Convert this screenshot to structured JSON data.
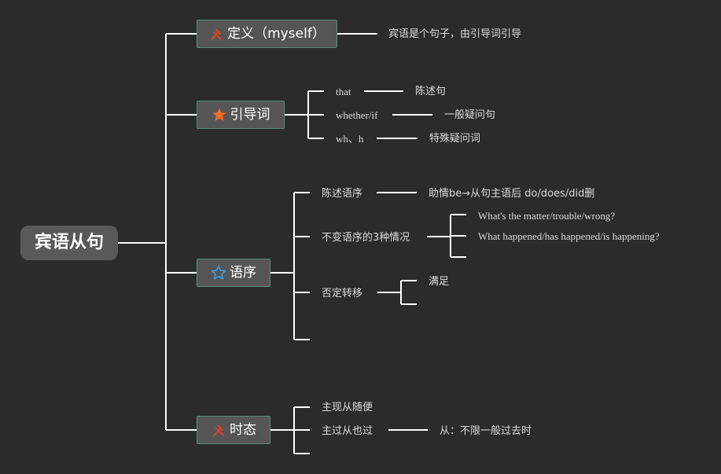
{
  "root": {
    "label": "宾语从句"
  },
  "branches": {
    "definition": {
      "label": "定义（myself）",
      "icon": "hammer-icon",
      "detail": "宾语是个句子，由引导词引导"
    },
    "connectives": {
      "label": "引导词",
      "icon": "star-filled-icon",
      "items": [
        {
          "key": "that",
          "value": "陈述句"
        },
        {
          "key": "whether/if",
          "value": "一般疑问句"
        },
        {
          "key": "wh、h",
          "value": "特殊疑问词"
        }
      ]
    },
    "word_order": {
      "label": "语序",
      "icon": "star-outline-icon",
      "items": [
        {
          "key": "陈述语序",
          "value": "助情be→从句主语后 do/does/did删"
        },
        {
          "key": "不变语序的3种情况",
          "values": [
            "What's the matter/trouble/wrong?",
            "What happened/has happened/is happening?"
          ]
        },
        {
          "key": "否定转移",
          "value": "满足"
        }
      ]
    },
    "tense": {
      "label": "时态",
      "icon": "hammer-icon",
      "items": [
        {
          "key": "主现从随便"
        },
        {
          "key": "主过从也过",
          "value": "从：不限一般过去时"
        }
      ]
    }
  },
  "colors": {
    "background": "#2b2b2b",
    "line": "#ffffff",
    "root_fill": "#595959",
    "box_fill": "#555555",
    "box_border": "#5e8a7c",
    "hammer": "#d9432b",
    "star_filled": "#f06b2a",
    "star_outline": "#3fa0e8"
  }
}
